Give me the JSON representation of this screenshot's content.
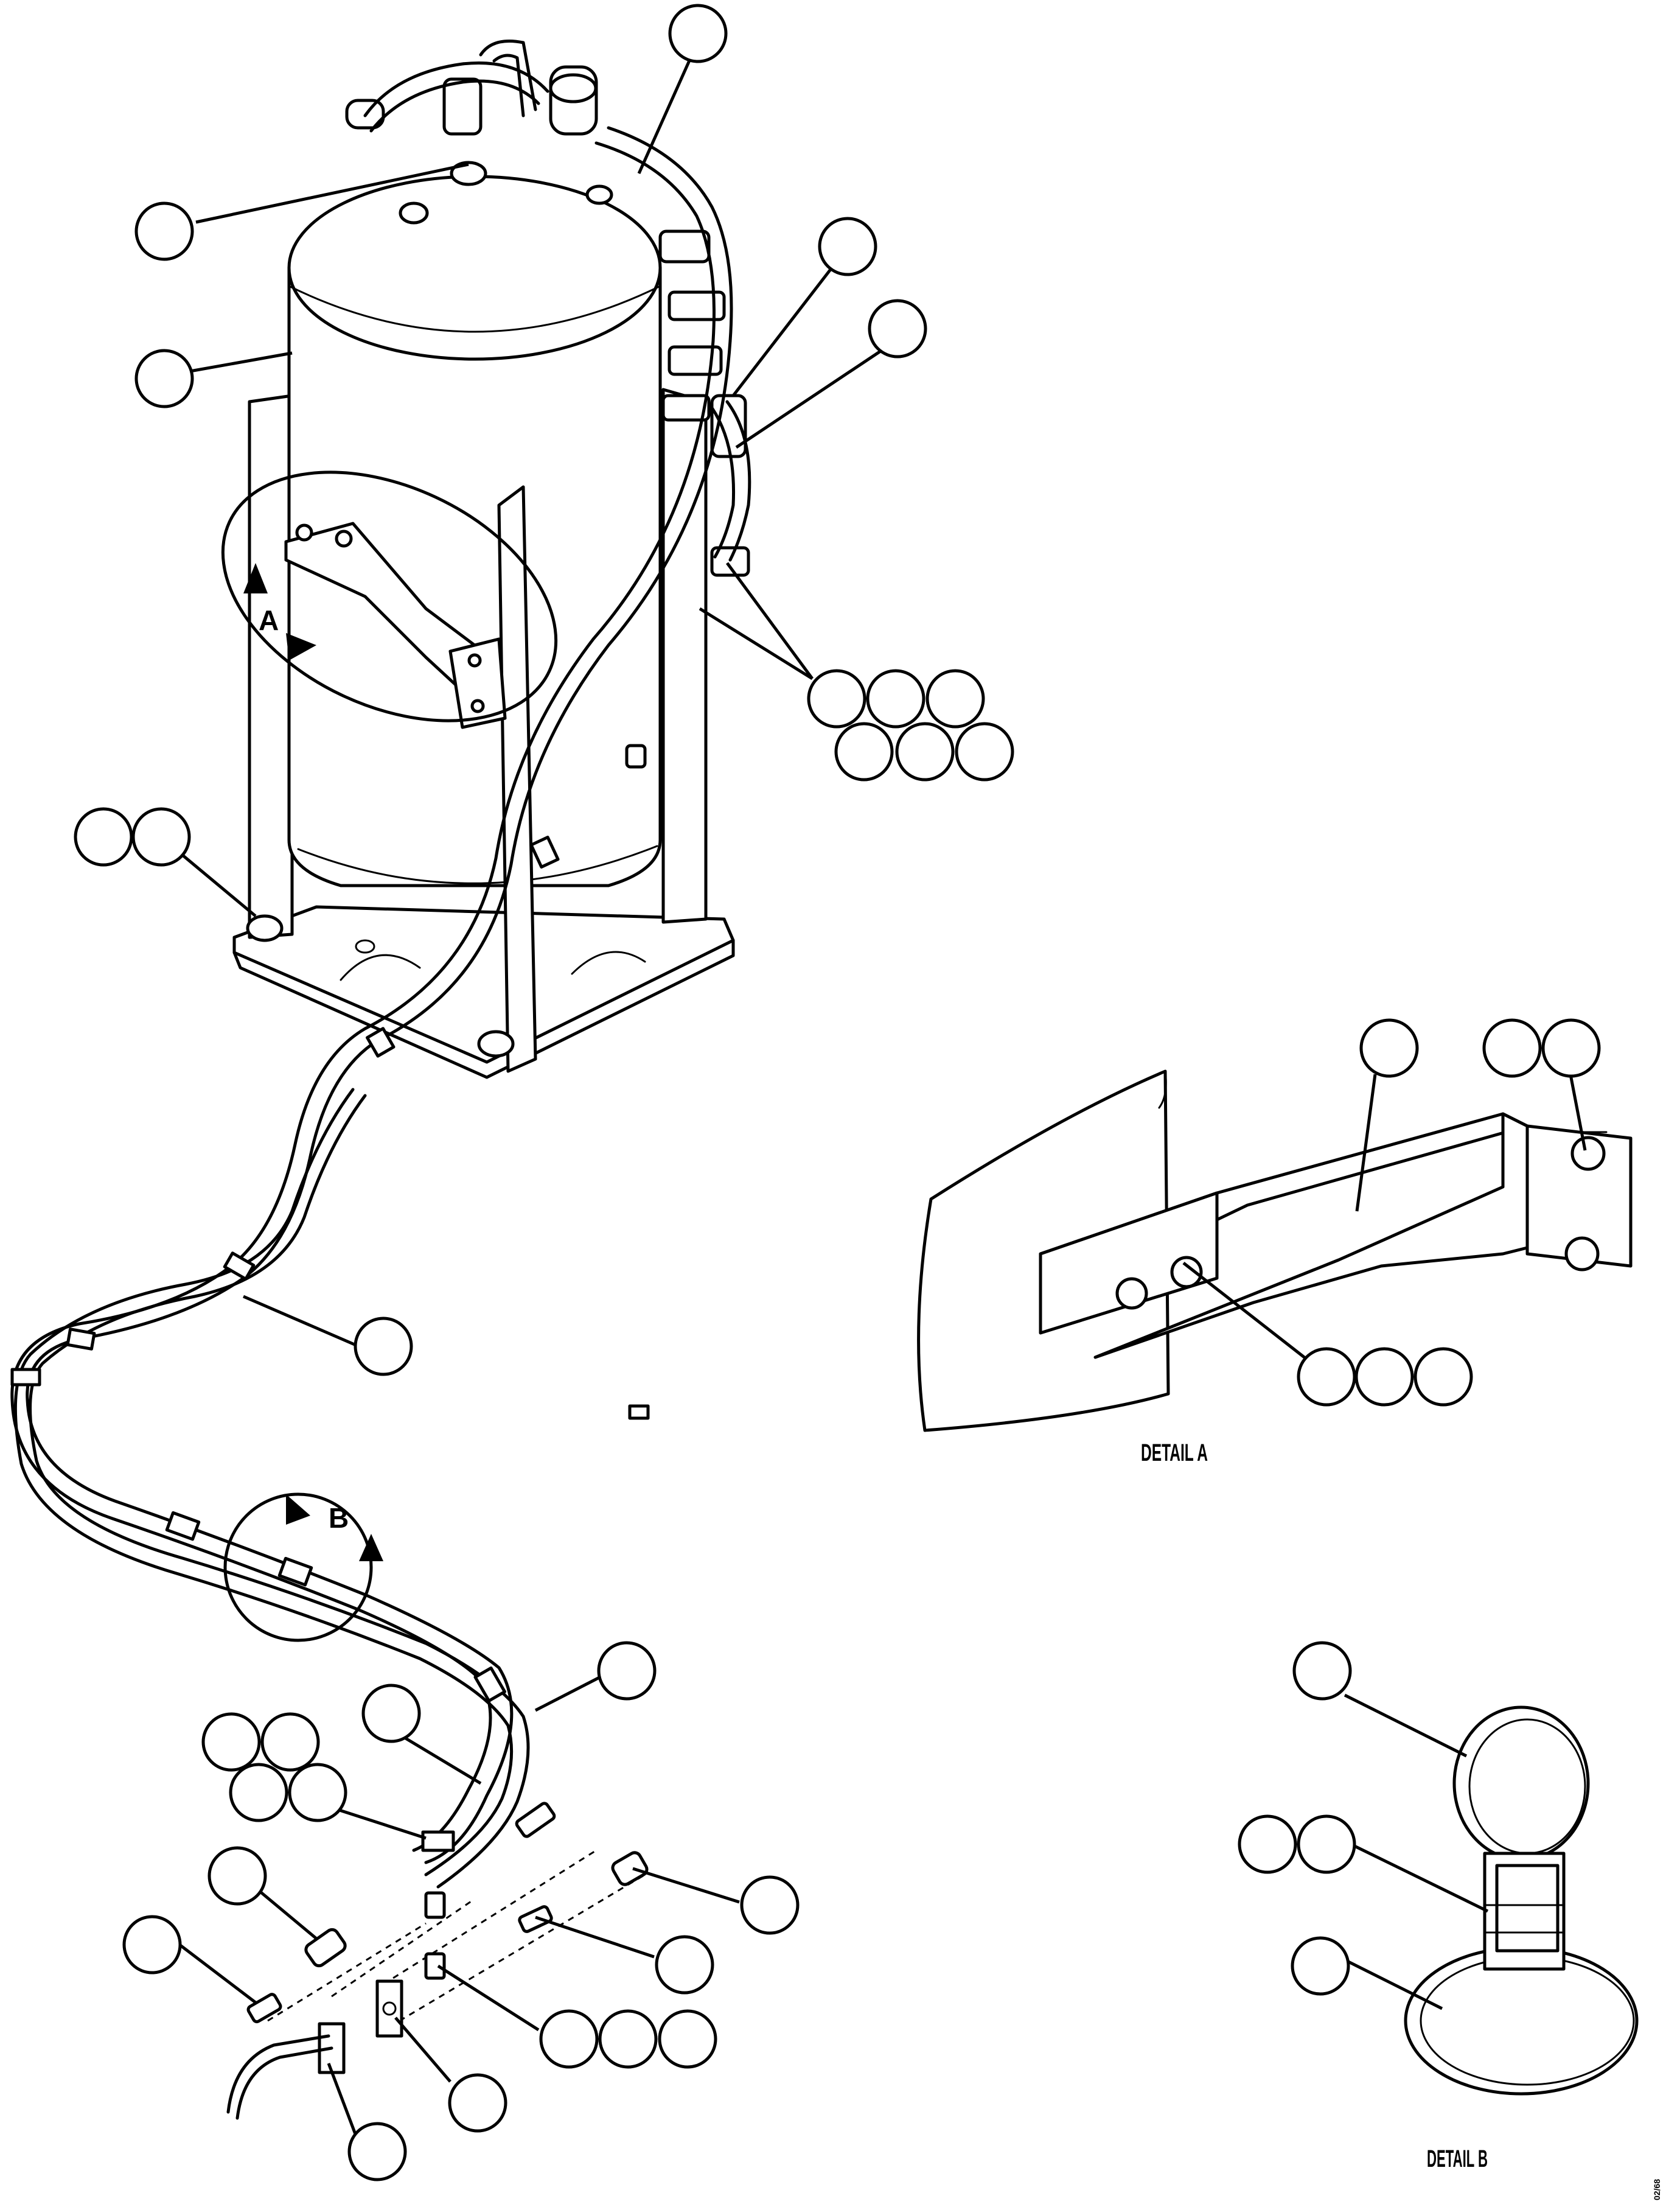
{
  "labels": {
    "view_a": "A",
    "view_b": "B",
    "detail_a": "DETAIL A",
    "detail_b": "DETAIL B",
    "drawing_code": "02/68"
  }
}
